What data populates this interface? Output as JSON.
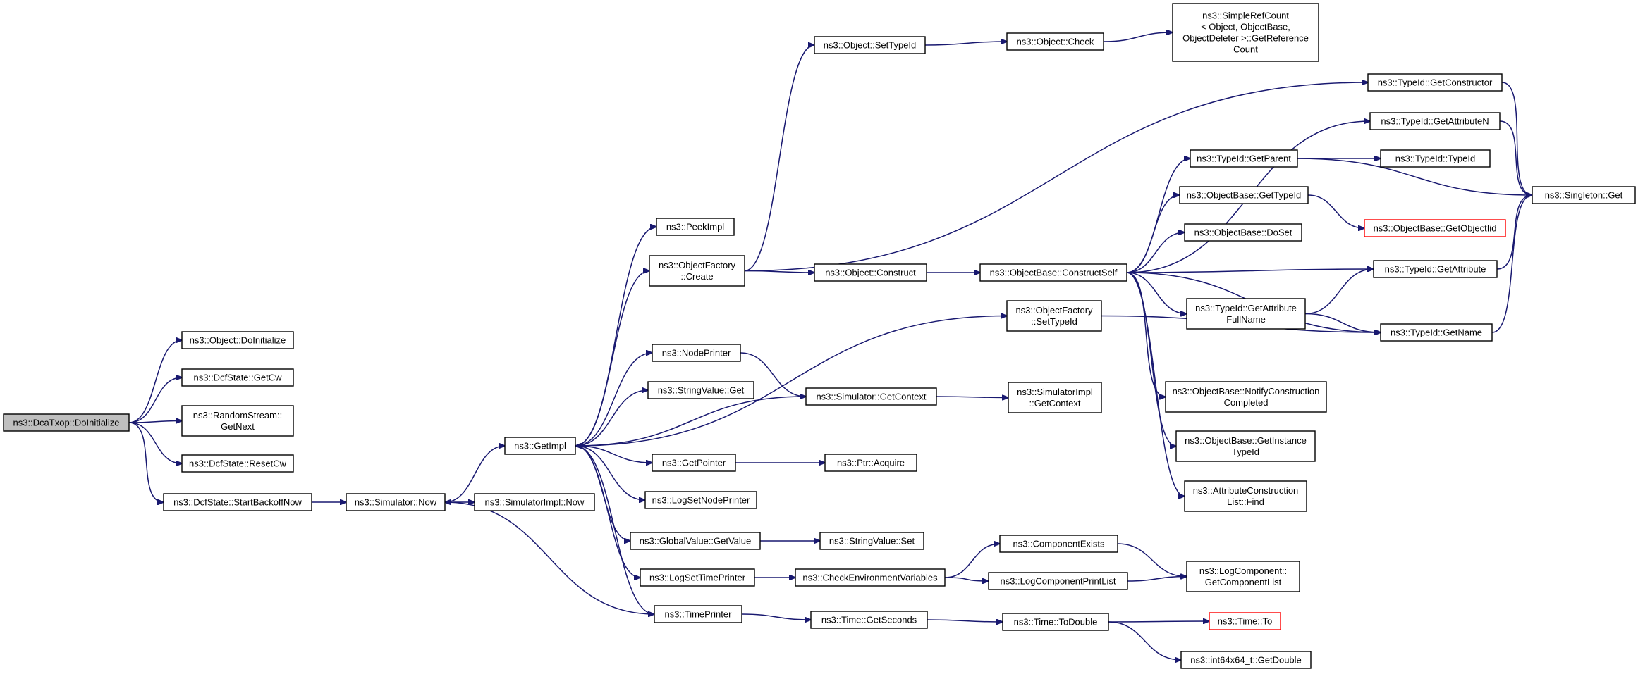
{
  "graph": {
    "nodes": [
      {
        "id": "root",
        "lines": [
          "ns3::DcaTxop::DoInitialize"
        ],
        "style": "root"
      },
      {
        "id": "objDoInit",
        "lines": [
          "ns3::Object::DoInitialize"
        ]
      },
      {
        "id": "dcfGetCw",
        "lines": [
          "ns3::DcfState::GetCw"
        ]
      },
      {
        "id": "rsGetNext",
        "lines": [
          "ns3::RandomStream::",
          "GetNext"
        ]
      },
      {
        "id": "dcfResetCw",
        "lines": [
          "ns3::DcfState::ResetCw"
        ]
      },
      {
        "id": "dcfStart",
        "lines": [
          "ns3::DcfState::StartBackoffNow"
        ]
      },
      {
        "id": "simNow",
        "lines": [
          "ns3::Simulator::Now"
        ]
      },
      {
        "id": "simImplNow",
        "lines": [
          "ns3::SimulatorImpl::Now"
        ]
      },
      {
        "id": "getImpl",
        "lines": [
          "ns3::GetImpl"
        ]
      },
      {
        "id": "peekImpl",
        "lines": [
          "ns3::PeekImpl"
        ]
      },
      {
        "id": "ofCreate",
        "lines": [
          "ns3::ObjectFactory",
          "::Create"
        ]
      },
      {
        "id": "nodePrinter",
        "lines": [
          "ns3::NodePrinter"
        ]
      },
      {
        "id": "svGet",
        "lines": [
          "ns3::StringValue::Get"
        ]
      },
      {
        "id": "getPointer",
        "lines": [
          "ns3::GetPointer"
        ]
      },
      {
        "id": "logSetNode",
        "lines": [
          "ns3::LogSetNodePrinter"
        ]
      },
      {
        "id": "gvGetValue",
        "lines": [
          "ns3::GlobalValue::GetValue"
        ]
      },
      {
        "id": "logSetTime",
        "lines": [
          "ns3::LogSetTimePrinter"
        ]
      },
      {
        "id": "timePrinter",
        "lines": [
          "ns3::TimePrinter"
        ]
      },
      {
        "id": "objSetTypeId",
        "lines": [
          "ns3::Object::SetTypeId"
        ]
      },
      {
        "id": "objCheck",
        "lines": [
          "ns3::Object::Check"
        ]
      },
      {
        "id": "srcGetRef",
        "lines": [
          "ns3::SimpleRefCount",
          "< Object, ObjectBase,",
          "ObjectDeleter >::GetReference",
          "Count"
        ]
      },
      {
        "id": "objConstruct",
        "lines": [
          "ns3::Object::Construct"
        ]
      },
      {
        "id": "simGetContext",
        "lines": [
          "ns3::Simulator::GetContext"
        ]
      },
      {
        "id": "ptrAcquire",
        "lines": [
          "ns3::Ptr::Acquire"
        ]
      },
      {
        "id": "svSet",
        "lines": [
          "ns3::StringValue::Set"
        ]
      },
      {
        "id": "checkEnv",
        "lines": [
          "ns3::CheckEnvironmentVariables"
        ]
      },
      {
        "id": "timeGetSeconds",
        "lines": [
          "ns3::Time::GetSeconds"
        ]
      },
      {
        "id": "obConstructSelf",
        "lines": [
          "ns3::ObjectBase::ConstructSelf"
        ]
      },
      {
        "id": "ofSetTypeId",
        "lines": [
          "ns3::ObjectFactory",
          "::SetTypeId"
        ]
      },
      {
        "id": "simImplGetContext",
        "lines": [
          "ns3::SimulatorImpl",
          "::GetContext"
        ]
      },
      {
        "id": "compExists",
        "lines": [
          "ns3::ComponentExists"
        ]
      },
      {
        "id": "logCompPrintList",
        "lines": [
          "ns3::LogComponentPrintList"
        ]
      },
      {
        "id": "timeToDouble",
        "lines": [
          "ns3::Time::ToDouble"
        ]
      },
      {
        "id": "tidGetParent",
        "lines": [
          "ns3::TypeId::GetParent"
        ]
      },
      {
        "id": "obGetTypeId",
        "lines": [
          "ns3::ObjectBase::GetTypeId"
        ]
      },
      {
        "id": "obDoSet",
        "lines": [
          "ns3::ObjectBase::DoSet"
        ]
      },
      {
        "id": "tidGetAttrFull",
        "lines": [
          "ns3::TypeId::GetAttribute",
          "FullName"
        ]
      },
      {
        "id": "obNotify",
        "lines": [
          "ns3::ObjectBase::NotifyConstruction",
          "Completed"
        ]
      },
      {
        "id": "obGetInstance",
        "lines": [
          "ns3::ObjectBase::GetInstance",
          "TypeId"
        ]
      },
      {
        "id": "acFind",
        "lines": [
          "ns3::AttributeConstruction",
          "List::Find"
        ]
      },
      {
        "id": "logCompGetList",
        "lines": [
          "ns3::LogComponent::",
          "GetComponentList"
        ]
      },
      {
        "id": "timeTo",
        "lines": [
          "ns3::Time::To"
        ],
        "style": "trunc"
      },
      {
        "id": "i64GetDouble",
        "lines": [
          "ns3::int64x64_t::GetDouble"
        ]
      },
      {
        "id": "tidGetConstructor",
        "lines": [
          "ns3::TypeId::GetConstructor"
        ]
      },
      {
        "id": "tidGetAttrN",
        "lines": [
          "ns3::TypeId::GetAttributeN"
        ]
      },
      {
        "id": "tidTypeId",
        "lines": [
          "ns3::TypeId::TypeId"
        ]
      },
      {
        "id": "obGetObjectIid",
        "lines": [
          "ns3::ObjectBase::GetObjectIid"
        ],
        "style": "trunc"
      },
      {
        "id": "tidGetAttribute",
        "lines": [
          "ns3::TypeId::GetAttribute"
        ]
      },
      {
        "id": "tidGetName",
        "lines": [
          "ns3::TypeId::GetName"
        ]
      },
      {
        "id": "singletonGet",
        "lines": [
          "ns3::Singleton::Get"
        ]
      }
    ],
    "edges": [
      [
        "root",
        "objDoInit"
      ],
      [
        "root",
        "dcfGetCw"
      ],
      [
        "root",
        "rsGetNext"
      ],
      [
        "root",
        "dcfResetCw"
      ],
      [
        "root",
        "dcfStart"
      ],
      [
        "dcfStart",
        "simNow"
      ],
      [
        "simNow",
        "simImplNow"
      ],
      [
        "simNow",
        "getImpl"
      ],
      [
        "getImpl",
        "peekImpl"
      ],
      [
        "getImpl",
        "ofCreate"
      ],
      [
        "getImpl",
        "ofSetTypeId"
      ],
      [
        "getImpl",
        "nodePrinter"
      ],
      [
        "getImpl",
        "svGet"
      ],
      [
        "getImpl",
        "getPointer"
      ],
      [
        "getImpl",
        "logSetNode"
      ],
      [
        "getImpl",
        "gvGetValue"
      ],
      [
        "getImpl",
        "logSetTime"
      ],
      [
        "getImpl",
        "timePrinter"
      ],
      [
        "ofCreate",
        "objSetTypeId"
      ],
      [
        "ofCreate",
        "tidGetConstructor"
      ],
      [
        "ofCreate",
        "objConstruct"
      ],
      [
        "objSetTypeId",
        "objCheck"
      ],
      [
        "objCheck",
        "srcGetRef"
      ],
      [
        "objConstruct",
        "obConstructSelf"
      ],
      [
        "nodePrinter",
        "simGetContext"
      ],
      [
        "simGetContext",
        "getImpl"
      ],
      [
        "simGetContext",
        "simImplGetContext"
      ],
      [
        "getPointer",
        "ptrAcquire"
      ],
      [
        "gvGetValue",
        "svSet"
      ],
      [
        "logSetTime",
        "checkEnv"
      ],
      [
        "timePrinter",
        "simNow"
      ],
      [
        "timePrinter",
        "timeGetSeconds"
      ],
      [
        "checkEnv",
        "compExists"
      ],
      [
        "checkEnv",
        "logCompPrintList"
      ],
      [
        "compExists",
        "logCompGetList"
      ],
      [
        "logCompPrintList",
        "logCompGetList"
      ],
      [
        "timeGetSeconds",
        "timeToDouble"
      ],
      [
        "timeToDouble",
        "timeTo"
      ],
      [
        "timeToDouble",
        "i64GetDouble"
      ],
      [
        "ofSetTypeId",
        "tidGetName"
      ],
      [
        "obConstructSelf",
        "tidGetAttrN"
      ],
      [
        "obConstructSelf",
        "tidGetParent"
      ],
      [
        "obConstructSelf",
        "obGetTypeId"
      ],
      [
        "obConstructSelf",
        "obDoSet"
      ],
      [
        "obConstructSelf",
        "tidGetAttribute"
      ],
      [
        "obConstructSelf",
        "tidGetAttrFull"
      ],
      [
        "obConstructSelf",
        "tidGetName"
      ],
      [
        "obConstructSelf",
        "obNotify"
      ],
      [
        "obConstructSelf",
        "obGetInstance"
      ],
      [
        "obConstructSelf",
        "acFind"
      ],
      [
        "tidGetParent",
        "tidTypeId"
      ],
      [
        "tidGetParent",
        "singletonGet"
      ],
      [
        "obGetTypeId",
        "obGetObjectIid"
      ],
      [
        "tidGetAttrFull",
        "tidGetAttribute"
      ],
      [
        "tidGetAttrFull",
        "tidGetName"
      ],
      [
        "tidGetConstructor",
        "singletonGet"
      ],
      [
        "tidGetAttrN",
        "singletonGet"
      ],
      [
        "tidGetAttribute",
        "singletonGet"
      ],
      [
        "tidGetName",
        "singletonGet"
      ]
    ]
  }
}
